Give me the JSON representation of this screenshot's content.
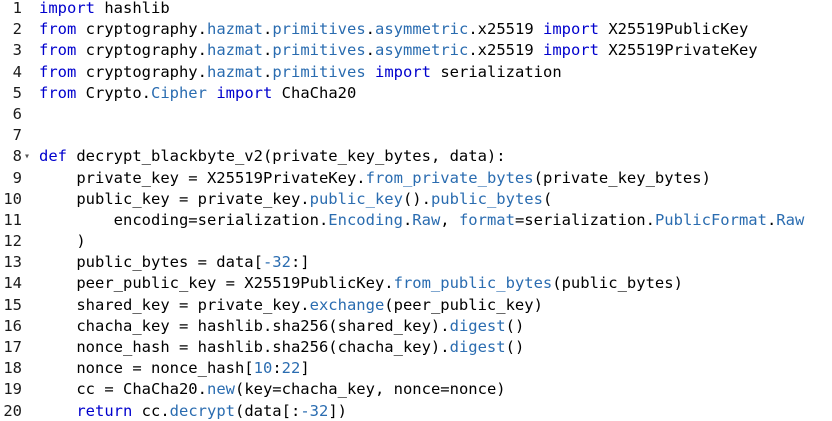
{
  "editor": {
    "lines": [
      {
        "number": "1",
        "fold": "",
        "tokens": [
          {
            "t": "kw",
            "v": "import"
          },
          {
            "t": "plain",
            "v": " hashlib"
          }
        ]
      },
      {
        "number": "2",
        "fold": "",
        "tokens": [
          {
            "t": "kw",
            "v": "from"
          },
          {
            "t": "plain",
            "v": " cryptography."
          },
          {
            "t": "attr",
            "v": "hazmat"
          },
          {
            "t": "plain",
            "v": "."
          },
          {
            "t": "attr",
            "v": "primitives"
          },
          {
            "t": "plain",
            "v": "."
          },
          {
            "t": "attr",
            "v": "asymmetric"
          },
          {
            "t": "plain",
            "v": ".x25519 "
          },
          {
            "t": "kw",
            "v": "import"
          },
          {
            "t": "plain",
            "v": " X25519PublicKey"
          }
        ]
      },
      {
        "number": "3",
        "fold": "",
        "tokens": [
          {
            "t": "kw",
            "v": "from"
          },
          {
            "t": "plain",
            "v": " cryptography."
          },
          {
            "t": "attr",
            "v": "hazmat"
          },
          {
            "t": "plain",
            "v": "."
          },
          {
            "t": "attr",
            "v": "primitives"
          },
          {
            "t": "plain",
            "v": "."
          },
          {
            "t": "attr",
            "v": "asymmetric"
          },
          {
            "t": "plain",
            "v": ".x25519 "
          },
          {
            "t": "kw",
            "v": "import"
          },
          {
            "t": "plain",
            "v": " X25519PrivateKey"
          }
        ]
      },
      {
        "number": "4",
        "fold": "",
        "tokens": [
          {
            "t": "kw",
            "v": "from"
          },
          {
            "t": "plain",
            "v": " cryptography."
          },
          {
            "t": "attr",
            "v": "hazmat"
          },
          {
            "t": "plain",
            "v": "."
          },
          {
            "t": "attr",
            "v": "primitives"
          },
          {
            "t": "plain",
            "v": " "
          },
          {
            "t": "kw",
            "v": "import"
          },
          {
            "t": "plain",
            "v": " serialization"
          }
        ]
      },
      {
        "number": "5",
        "fold": "",
        "tokens": [
          {
            "t": "kw",
            "v": "from"
          },
          {
            "t": "plain",
            "v": " Crypto."
          },
          {
            "t": "attr",
            "v": "Cipher"
          },
          {
            "t": "plain",
            "v": " "
          },
          {
            "t": "kw",
            "v": "import"
          },
          {
            "t": "plain",
            "v": " ChaCha20"
          }
        ]
      },
      {
        "number": "6",
        "fold": "",
        "tokens": []
      },
      {
        "number": "7",
        "fold": "",
        "tokens": []
      },
      {
        "number": "8",
        "fold": "▾",
        "tokens": [
          {
            "t": "kw",
            "v": "def"
          },
          {
            "t": "plain",
            "v": " decrypt_blackbyte_v2(private_key_bytes, data):"
          }
        ]
      },
      {
        "number": "9",
        "fold": "",
        "tokens": [
          {
            "t": "plain",
            "v": "    private_key = X25519PrivateKey."
          },
          {
            "t": "attr",
            "v": "from_private_bytes"
          },
          {
            "t": "plain",
            "v": "(private_key_bytes)"
          }
        ]
      },
      {
        "number": "10",
        "fold": "",
        "tokens": [
          {
            "t": "plain",
            "v": "    public_key = private_key."
          },
          {
            "t": "attr",
            "v": "public_key"
          },
          {
            "t": "plain",
            "v": "()."
          },
          {
            "t": "attr",
            "v": "public_bytes"
          },
          {
            "t": "plain",
            "v": "("
          }
        ]
      },
      {
        "number": "11",
        "fold": "",
        "tokens": [
          {
            "t": "plain",
            "v": "        encoding=serialization."
          },
          {
            "t": "attr",
            "v": "Encoding"
          },
          {
            "t": "plain",
            "v": "."
          },
          {
            "t": "attr",
            "v": "Raw"
          },
          {
            "t": "plain",
            "v": ", "
          },
          {
            "t": "attr",
            "v": "format"
          },
          {
            "t": "plain",
            "v": "=serialization."
          },
          {
            "t": "attr",
            "v": "PublicFormat"
          },
          {
            "t": "plain",
            "v": "."
          },
          {
            "t": "attr",
            "v": "Raw"
          }
        ]
      },
      {
        "number": "12",
        "fold": "",
        "tokens": [
          {
            "t": "plain",
            "v": "    )"
          }
        ]
      },
      {
        "number": "13",
        "fold": "",
        "tokens": [
          {
            "t": "plain",
            "v": "    public_bytes = data["
          },
          {
            "t": "num",
            "v": "-32"
          },
          {
            "t": "plain",
            "v": ":]"
          }
        ]
      },
      {
        "number": "14",
        "fold": "",
        "tokens": [
          {
            "t": "plain",
            "v": "    peer_public_key = X25519PublicKey."
          },
          {
            "t": "attr",
            "v": "from_public_bytes"
          },
          {
            "t": "plain",
            "v": "(public_bytes)"
          }
        ]
      },
      {
        "number": "15",
        "fold": "",
        "tokens": [
          {
            "t": "plain",
            "v": "    shared_key = private_key."
          },
          {
            "t": "attr",
            "v": "exchange"
          },
          {
            "t": "plain",
            "v": "(peer_public_key)"
          }
        ]
      },
      {
        "number": "16",
        "fold": "",
        "tokens": [
          {
            "t": "plain",
            "v": "    chacha_key = hashlib.sha256(shared_key)."
          },
          {
            "t": "attr",
            "v": "digest"
          },
          {
            "t": "plain",
            "v": "()"
          }
        ]
      },
      {
        "number": "17",
        "fold": "",
        "tokens": [
          {
            "t": "plain",
            "v": "    nonce_hash = hashlib.sha256(chacha_key)."
          },
          {
            "t": "attr",
            "v": "digest"
          },
          {
            "t": "plain",
            "v": "()"
          }
        ]
      },
      {
        "number": "18",
        "fold": "",
        "tokens": [
          {
            "t": "plain",
            "v": "    nonce = nonce_hash["
          },
          {
            "t": "num",
            "v": "10"
          },
          {
            "t": "plain",
            "v": ":"
          },
          {
            "t": "num",
            "v": "22"
          },
          {
            "t": "plain",
            "v": "]"
          }
        ]
      },
      {
        "number": "19",
        "fold": "",
        "tokens": [
          {
            "t": "plain",
            "v": "    cc = ChaCha20."
          },
          {
            "t": "attr",
            "v": "new"
          },
          {
            "t": "plain",
            "v": "(key=chacha_key, nonce=nonce)"
          }
        ]
      },
      {
        "number": "20",
        "fold": "",
        "tokens": [
          {
            "t": "plain",
            "v": "    "
          },
          {
            "t": "kw",
            "v": "return"
          },
          {
            "t": "plain",
            "v": " cc."
          },
          {
            "t": "attr",
            "v": "decrypt"
          },
          {
            "t": "plain",
            "v": "(data[:"
          },
          {
            "t": "num",
            "v": "-32"
          },
          {
            "t": "plain",
            "v": "])"
          }
        ]
      }
    ]
  }
}
